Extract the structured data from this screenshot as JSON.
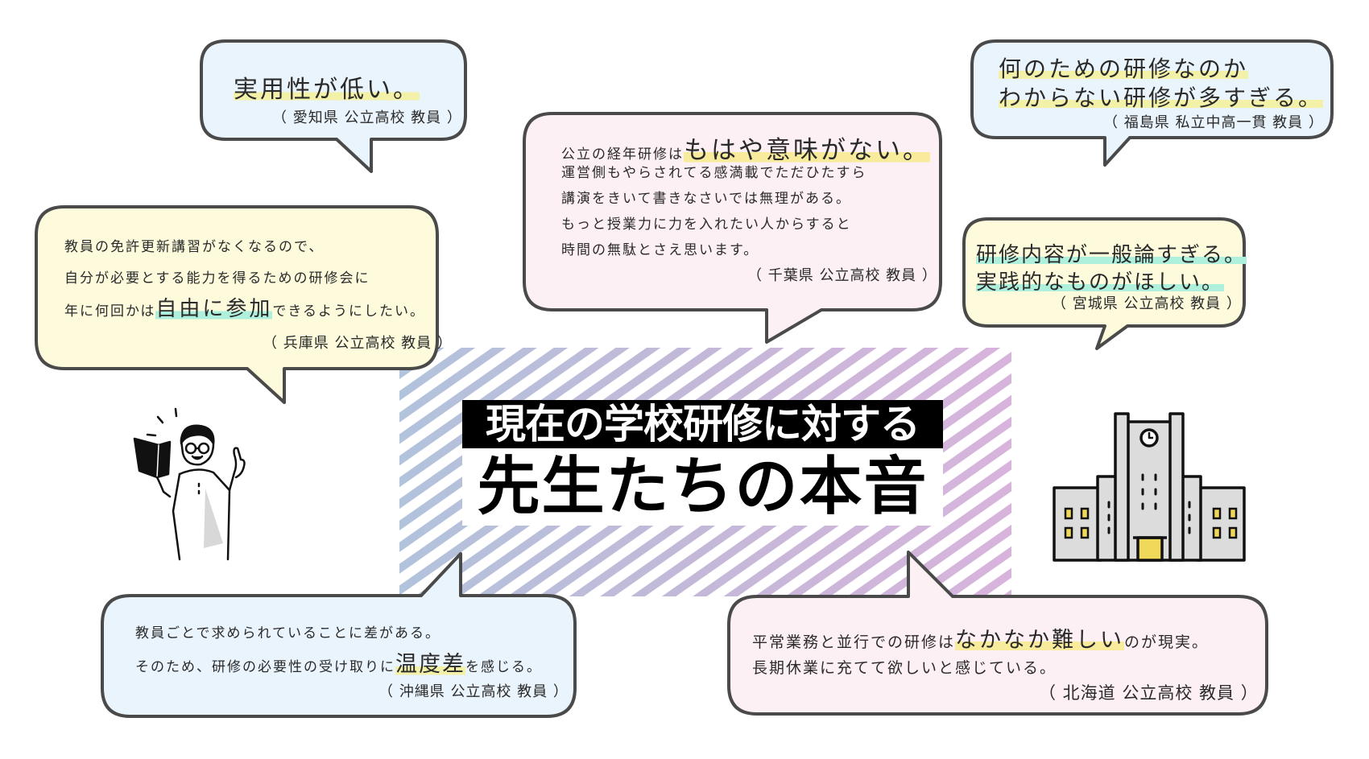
{
  "title": {
    "line1": "現在の学校研修に対する",
    "line2": "先生たちの本音"
  },
  "colors": {
    "bubble_blue": "#eaf4fc",
    "bubble_yellow": "#fdfbdc",
    "bubble_pink": "#fdf0f4",
    "bubble_border": "#4a4a4a",
    "highlight_yellow": "#f3f1a8",
    "highlight_green": "#aef0dc",
    "stripe_left": "#b2c3dc",
    "stripe_right": "#d8b4dc",
    "window_yellow": "#f0d85a",
    "building_gray": "#dcdcdc"
  },
  "bubbles": {
    "aichi": {
      "text_pre": "",
      "highlight": "実用性が低い。",
      "citation": "（ 愛知県 公立高校 教員 ）"
    },
    "chiba": {
      "line1_pre": "公立の経年研修は",
      "line1_highlight": "もはや意味がない。",
      "line2": "運営側もやらされてる感満載でただひたすら",
      "line3": "講演をきいて書きなさいでは無理がある。",
      "line4": "もっと授業力に力を入れたい人からすると",
      "line5": "時間の無駄とさえ思います。",
      "citation": "（ 千葉県 公立高校 教員 ）"
    },
    "fukushima": {
      "line1": "何のための研修なのか",
      "line2": "わからない研修が多すぎる。",
      "citation": "（ 福島県 私立中高一貫 教員 ）"
    },
    "hyogo": {
      "line1": "教員の免許更新講習がなくなるので、",
      "line2": "自分が必要とする能力を得るための研修会に",
      "line3_pre": "年に何回かは",
      "line3_highlight": "自由に参加",
      "line3_post": "できるようにしたい。",
      "citation": "（ 兵庫県 公立高校 教員 ）"
    },
    "miyagi": {
      "line1": "研修内容が一般論すぎる。",
      "line2": "実践的なものがほしい。",
      "citation": "（ 宮城県 公立高校 教員 ）"
    },
    "okinawa": {
      "line1": "教員ごとで求められていることに差がある。",
      "line2_pre": "そのため、研修の必要性の受け取りに",
      "line2_highlight": "温度差",
      "line2_post": "を感じる。",
      "citation": "（ 沖縄県 公立高校 教員 ）"
    },
    "hokkaido": {
      "line1_pre": "平常業務と並行での研修は",
      "line1_highlight": "なかなか難しい",
      "line1_post": "のが現実。",
      "line2": "長期休業に充てて欲しいと感じている。",
      "citation": "（ 北海道 公立高校 教員 ）"
    }
  },
  "illustrations": {
    "left": "teacher-reading-book-thumbs-up",
    "right": "school-building-with-clock-tower"
  }
}
